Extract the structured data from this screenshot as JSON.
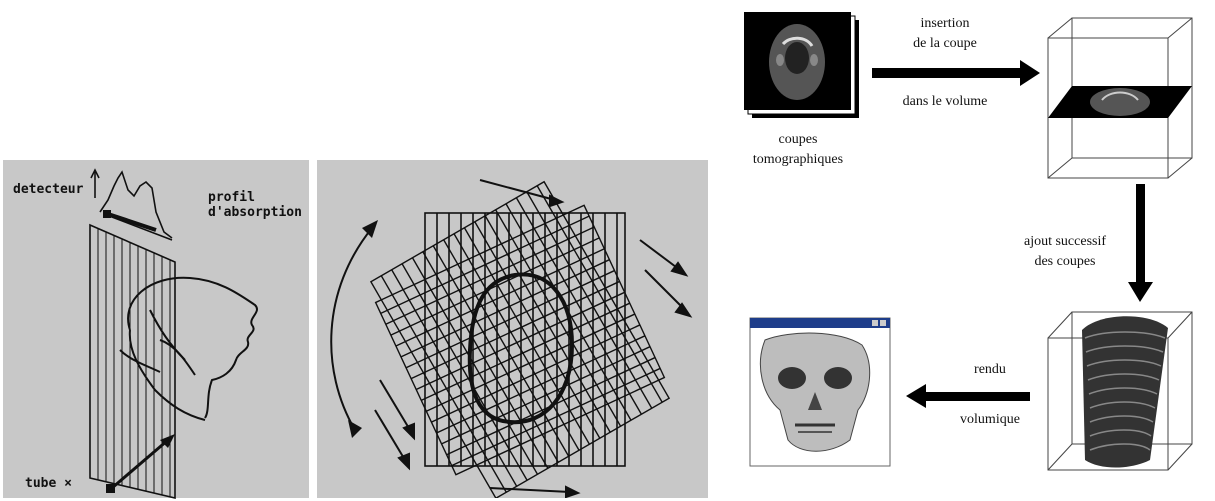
{
  "left_diagram": {
    "detector_label": "detecteur",
    "profile_label": "profil\nd'absorption",
    "tube_label": "tube ×"
  },
  "right_diagram": {
    "slices_label": "coupes\ntomographiques",
    "insertion_label_top": "insertion\nde la coupe",
    "insertion_label_bottom": "dans le volume",
    "add_label": "ajout successif\ndes coupes",
    "render_label_top": "rendu",
    "render_label_bottom": "volumique"
  }
}
